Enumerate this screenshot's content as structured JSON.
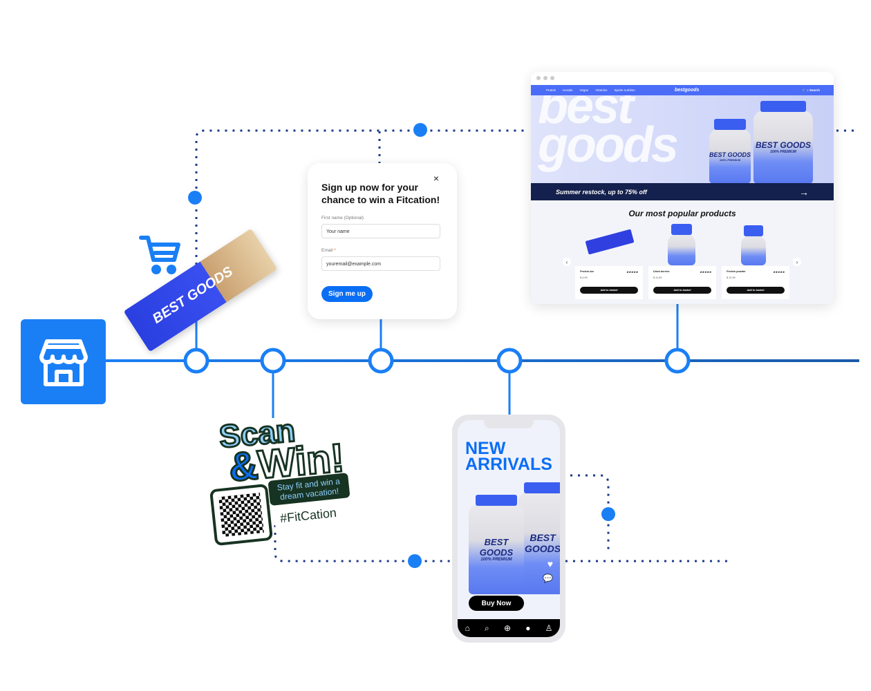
{
  "colors": {
    "accent": "#1a7ff5",
    "dotted": "#1a3a8a",
    "nav": "#4a6cf7",
    "banner": "#14204d"
  },
  "store_icon": "storefront-icon",
  "cart_icon": "shopping-cart-icon",
  "snack_bar": {
    "brand": "BEST GOODS"
  },
  "popup": {
    "title": "Sign up now for your chance to win a Fitcation!",
    "first_name_label": "First name (Optional)",
    "first_name_placeholder": "Your name",
    "email_label": "Email",
    "email_required": "*",
    "email_placeholder": "youremail@example.com",
    "submit_label": "Sign me up",
    "close_label": "×"
  },
  "website": {
    "nav_items": [
      "Protein",
      "Keratin",
      "Vegan",
      "Vitamins",
      "Sports nutrition"
    ],
    "logo": "bestgoods",
    "search_label": "Search",
    "hero_text": "best goods",
    "jar_brand": "BEST GOODS",
    "jar_sub": "100% PREMIUM",
    "banner": "Summer restock, up to 75% off",
    "section_title": "Our most popular products",
    "products": [
      {
        "name": "Protein bar",
        "rating": "★★★★★",
        "price": "$ 4,99",
        "button": "Add to basket"
      },
      {
        "name": "Dried berries",
        "rating": "★★★★★",
        "price": "$ 11,99",
        "button": "Add to basket"
      },
      {
        "name": "Protein powder",
        "rating": "★★★★★",
        "price": "$ 12,99",
        "button": "Add to basket"
      }
    ]
  },
  "scan_card": {
    "title_1": "Scan",
    "title_2a": "&",
    "title_2b": "Win!",
    "tagline": "Stay fit and win a dream vacation!",
    "hashtag": "#FitCation"
  },
  "phone": {
    "headline_1": "NEW",
    "headline_2": "ARRIVALS",
    "cta": "Buy Now",
    "jar_brand": "BEST GOODS",
    "jar_sub": "100% PREMIUM",
    "tabs": [
      "home-icon",
      "search-icon",
      "add-icon",
      "chat-icon",
      "profile-icon"
    ]
  }
}
